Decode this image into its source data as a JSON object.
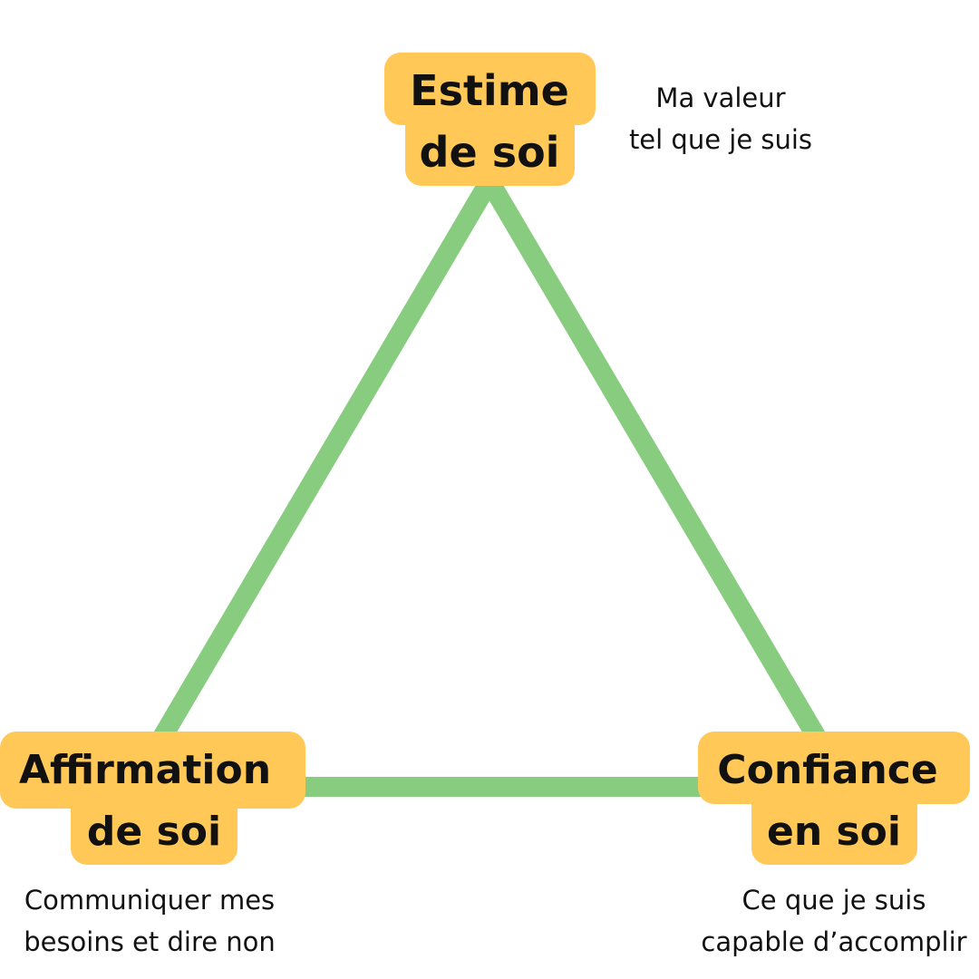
{
  "colors": {
    "edge": "#88cc80",
    "node_fill": "#ffc857",
    "text": "#111111"
  },
  "nodes": {
    "estime": {
      "label_line1": "Estime",
      "label_line2": "de soi",
      "desc_line1": "Ma valeur",
      "desc_line2": "tel que je suis"
    },
    "affirmation": {
      "label_line1": "Affirmation",
      "label_line2": "de soi",
      "desc_line1": "Communiquer mes",
      "desc_line2": "besoins et dire non"
    },
    "confiance": {
      "label_line1": "Confiance",
      "label_line2": "en soi",
      "desc_line1": "Ce que je suis",
      "desc_line2": "capable d’accomplir"
    }
  }
}
